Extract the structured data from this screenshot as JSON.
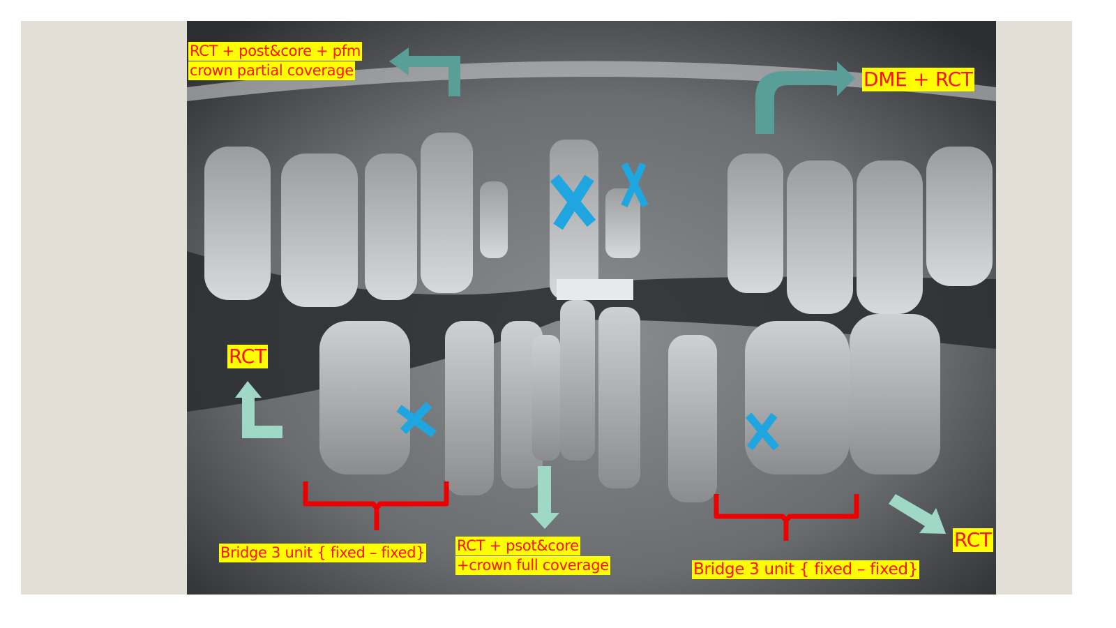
{
  "annotations": {
    "upper_right_label": "RCT + post&core + pfm",
    "upper_right_label_line2": "crown partial coverage",
    "upper_left_label": "DME + RCT",
    "lower_right_rct": "RCT",
    "lower_left_rct": "RCT",
    "bridge_right": "Bridge 3 unit { fixed – fixed}",
    "anterior_line1": "RCT + psot&core",
    "anterior_line2": "+crown full coverage",
    "bridge_left": "Bridge 3 unit { fixed – fixed}"
  },
  "colors": {
    "label_bg": "#ffff00",
    "label_text": "#ff1010",
    "extraction_mark": "#1fa6e0",
    "upper_arrow": "#5a9e98",
    "lower_arrow": "#9fd9c6",
    "brace": "#ee0000",
    "slide_bg": "#e3dfd6"
  }
}
